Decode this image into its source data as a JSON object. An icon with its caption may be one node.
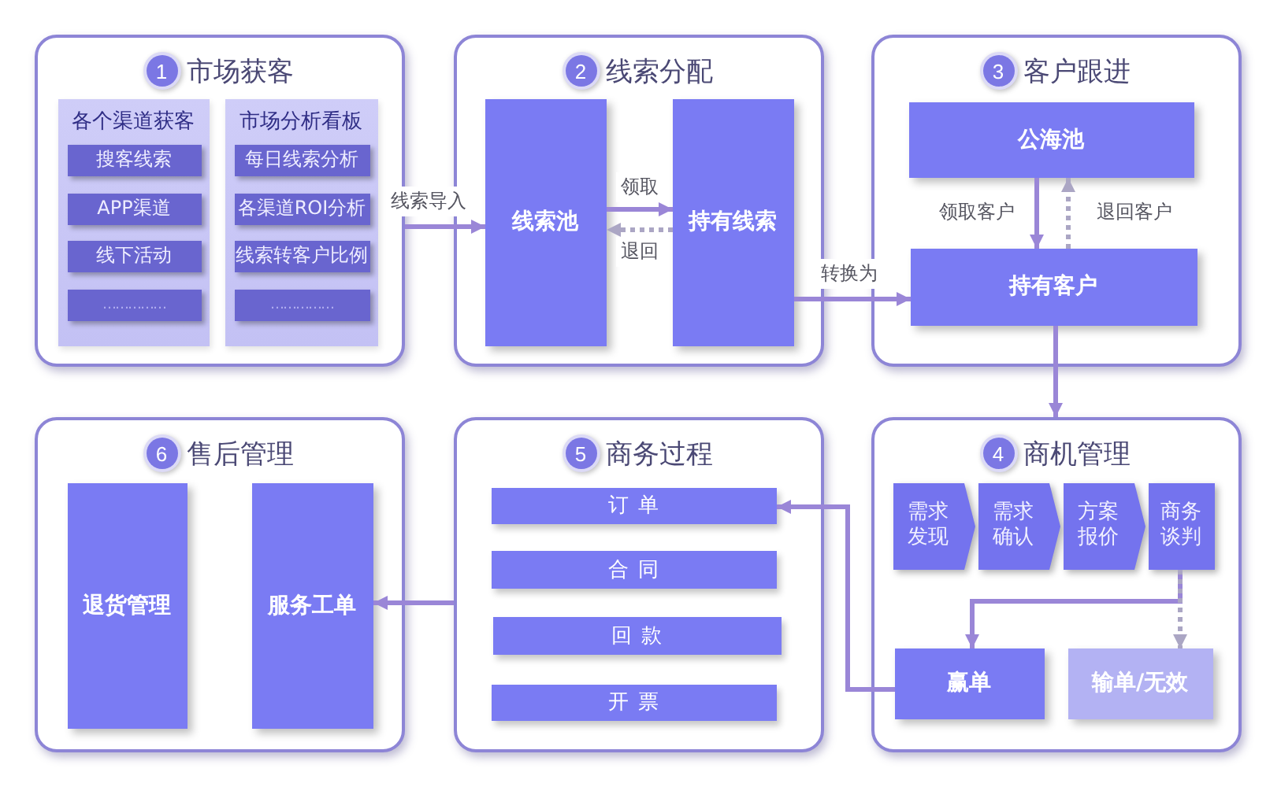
{
  "diagram": {
    "nodes": [
      {
        "text": [
          "1",
          "市场获客"
        ]
      },
      {
        "text": [
          "各个渠道获客"
        ],
        "in": 0
      },
      {
        "text": [
          "搜客线索"
        ],
        "in": 1
      },
      {
        "text": [
          "APP渠道"
        ],
        "in": 1
      },
      {
        "text": [
          "线下活动"
        ],
        "in": 1
      },
      {
        "text": [
          "……………"
        ],
        "in": 1
      },
      {
        "text": [
          "市场分析看板"
        ],
        "in": 0
      },
      {
        "text": [
          "每日线索分析"
        ],
        "in": 6
      },
      {
        "text": [
          "各渠道ROI分析"
        ],
        "in": 6
      },
      {
        "text": [
          "线索转客户比例"
        ],
        "in": 6
      },
      {
        "text": [
          "……………"
        ],
        "in": 6
      },
      {
        "text": [
          "2",
          "线索分配"
        ]
      },
      {
        "text": [
          "线索池"
        ],
        "in": 11
      },
      {
        "text": [
          "持有线索"
        ],
        "in": 11
      },
      {
        "text": [
          "3",
          "客户跟进"
        ]
      },
      {
        "text": [
          "公海池"
        ],
        "in": 14
      },
      {
        "text": [
          "持有客户"
        ],
        "in": 14
      },
      {
        "text": [
          "4",
          "商机管理"
        ]
      },
      {
        "text": [
          "需求发现"
        ],
        "in": 17
      },
      {
        "text": [
          "需求确认"
        ],
        "in": 17
      },
      {
        "text": [
          "方案报价"
        ],
        "in": 17
      },
      {
        "text": [
          "商务谈判"
        ],
        "in": 17
      },
      {
        "text": [
          "赢单"
        ],
        "in": 17
      },
      {
        "text": [
          "输单/无效"
        ],
        "in": 17
      },
      {
        "text": [
          "5",
          "商务过程"
        ]
      },
      {
        "text": [
          "订单"
        ],
        "in": 24
      },
      {
        "text": [
          "合同"
        ],
        "in": 24
      },
      {
        "text": [
          "回款"
        ],
        "in": 24
      },
      {
        "text": [
          "开票"
        ],
        "in": 24
      },
      {
        "text": [
          "6",
          "售后管理"
        ]
      },
      {
        "text": [
          "退货管理"
        ],
        "in": 29
      },
      {
        "text": [
          "服务工单"
        ],
        "in": 29
      }
    ],
    "edges": [
      {
        "from": 0,
        "to": 12,
        "arrow": "to",
        "label": "线索导入"
      },
      {
        "from": 12,
        "to": 13,
        "arrow": "to",
        "label": "领取"
      },
      {
        "from": 13,
        "to": 12,
        "arrow": "to",
        "label": "退回",
        "style": "dashed",
        "color": "#aba6c4"
      },
      {
        "from": 13,
        "to": 16,
        "arrow": "to",
        "label": "转换为"
      },
      {
        "from": 15,
        "to": 16,
        "arrow": "to",
        "label": "领取客户"
      },
      {
        "from": 16,
        "to": 15,
        "arrow": "to",
        "label": "退回客户",
        "style": "dashed",
        "color": "#aba6c4"
      },
      {
        "from": 16,
        "to": 17,
        "arrow": "to"
      },
      {
        "from": 21,
        "to": 22,
        "arrow": "to"
      },
      {
        "from": 21,
        "to": 23,
        "arrow": "to",
        "style": "dashed",
        "color": "#aba6c4"
      },
      {
        "from": 22,
        "to": 25,
        "arrow": "to"
      },
      {
        "from": 24,
        "to": 31,
        "arrow": "to"
      }
    ]
  }
}
